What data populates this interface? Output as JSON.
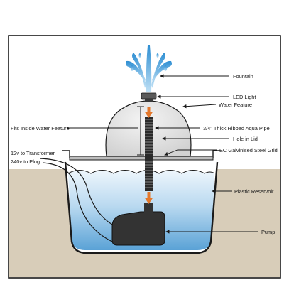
{
  "labels": {
    "fountain": "Fountain",
    "led_light": "LED Light",
    "water_feature": "Water Feature",
    "fits_inside": "Fits Inside Water Feature",
    "pipe_fraction": "3/4\"",
    "pipe_rest": " Thick Ribbed Aqua Pipe",
    "hole_in_lid": "Hole in Lid",
    "grid": "EC Galvinised Steel Grid",
    "transformer": "12v to Transformer",
    "plug": "240v to Plug",
    "reservoir": "Plastic Reservoir",
    "pump": "Pump"
  },
  "colors": {
    "ground": "#d8cdb9",
    "dome": "#e2e2e2",
    "water_top": "#e9f3fb",
    "water_bottom": "#5aa2d6",
    "fountain_jet": "#3f9ad6",
    "arrow": "#e4782c",
    "pump": "#333333",
    "outline": "#1a1a1a"
  }
}
